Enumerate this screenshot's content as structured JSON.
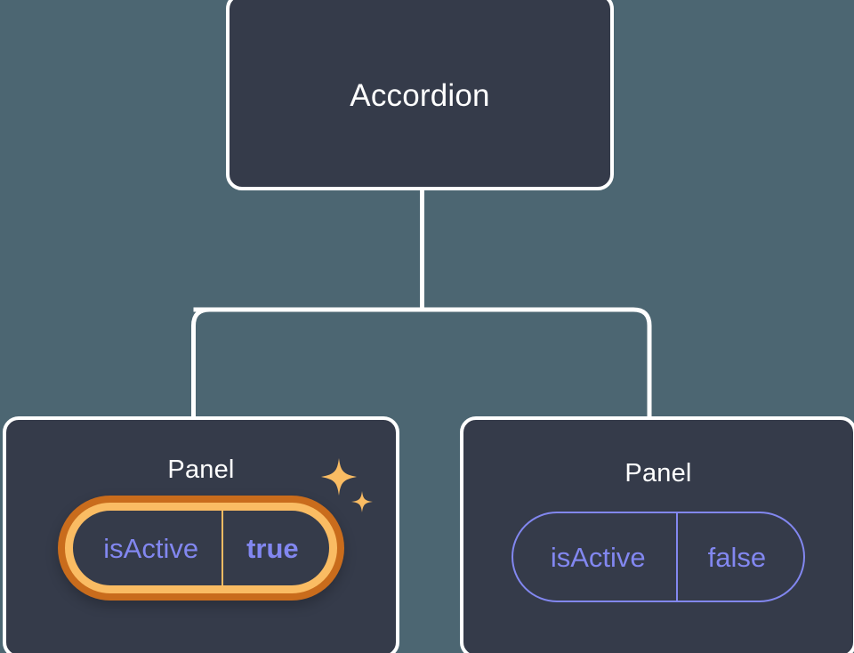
{
  "diagram": {
    "type": "component-tree",
    "background_color": "#4c6672",
    "node_fill_color": "#353b4a",
    "node_border_color": "#ffffff",
    "edge_color": "#ffffff",
    "prop_text_color": "#8287f0",
    "highlight_outer_color": "#c96c1c",
    "highlight_inner_color": "#fabc63",
    "root": {
      "title": "Accordion"
    },
    "children": [
      {
        "title": "Panel",
        "highlighted": true,
        "prop": {
          "key": "isActive",
          "value": "true"
        },
        "sparkle_icons": [
          "sparkle-large-icon",
          "sparkle-small-icon"
        ]
      },
      {
        "title": "Panel",
        "highlighted": false,
        "prop": {
          "key": "isActive",
          "value": "false"
        }
      }
    ]
  }
}
